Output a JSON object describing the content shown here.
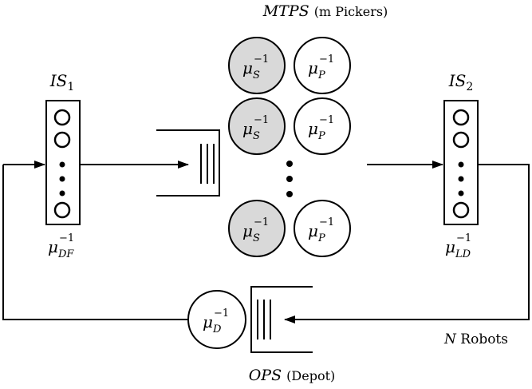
{
  "title": {
    "italic": "MTPS",
    "rest": "(m Pickers)"
  },
  "is1": {
    "main": "IS",
    "sub": "1"
  },
  "is2": {
    "main": "IS",
    "sub": "2"
  },
  "mu": {
    "base": "μ",
    "sup": "−1",
    "s": "S",
    "p": "P",
    "df": "DF",
    "ld": "LD",
    "d": "D"
  },
  "robots": {
    "n": "N",
    "text": "Robots"
  },
  "ops": {
    "italic": "OPS",
    "rest": "(Depot)"
  },
  "colors": {
    "server_shaded": "#d9d9d9",
    "stroke": "#000000",
    "background": "#ffffff"
  },
  "picker_pairs": 3
}
